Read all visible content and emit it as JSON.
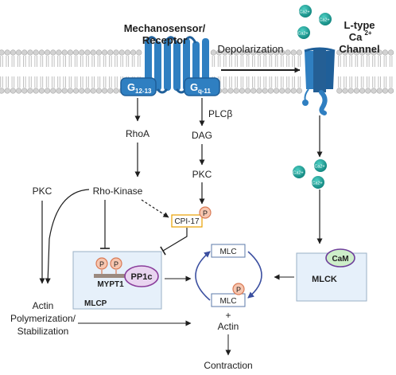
{
  "labels": {
    "mechanosensor_line1": "Mechanosensor/",
    "mechanosensor_line2": "Receptor",
    "channel_line1": "L-type",
    "channel_line2": "Ca",
    "channel_sup": "2+",
    "channel_line3": "Channel",
    "depolarization": "Depolarization",
    "g1213_main": "G",
    "g1213_sub": "12-13",
    "gq11_main": "G",
    "gq11_sub": "q-11",
    "plcb": "PLCβ",
    "rhoa": "RhoA",
    "dag": "DAG",
    "pkc_top": "PKC",
    "pkc_left": "PKC",
    "rho_kinase": "Rho-Kinase",
    "cpi17": "CPI-17",
    "phospho": "P",
    "pp1c": "PP1c",
    "mypt1": "MYPT1",
    "mlcp": "MLCP",
    "mlc_top": "MLC",
    "mlc_bottom": "MLC",
    "plus": "+",
    "actin": "Actin",
    "cam": "CaM",
    "mlck": "MLCK",
    "actin_poly_line1": "Actin",
    "actin_poly_line2": "Polymerization/",
    "actin_poly_line3": "Stabilization",
    "contraction": "Contraction",
    "ca_ion": "Ca",
    "ca_sup": "2+"
  },
  "colors": {
    "receptor_blue": "#2f7fc1",
    "receptor_dark": "#1f5f99",
    "ion_teal": "#1aa39a",
    "phospho_fill": "#f7c6b0",
    "phospho_stroke": "#d97a55",
    "pp1c_fill": "#e9d5f0",
    "pp1c_stroke": "#8a3d9b",
    "cam_fill": "#cdeec9",
    "cam_stroke": "#6d3e9a",
    "box_fill": "#e6f0fa",
    "box_stroke": "#9ab0c6",
    "membrane_head": "#c8c8c8",
    "arrow": "#1e1e1e"
  }
}
